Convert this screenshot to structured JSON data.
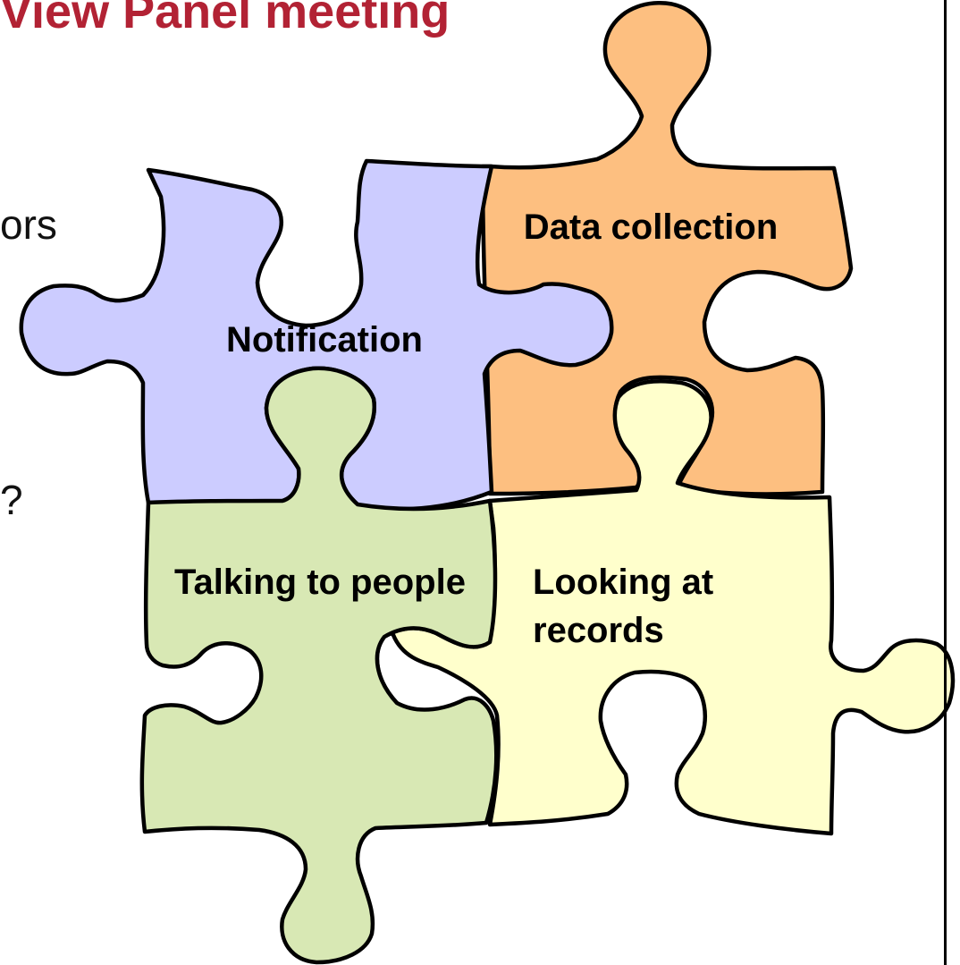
{
  "slide": {
    "title": "View Panel meeting",
    "bullet_fragment_1": "ors",
    "bullet_fragment_2": "?"
  },
  "puzzle": {
    "pieces": [
      {
        "id": "notification",
        "label_lines": [
          "Notification"
        ],
        "color": "#ccccff"
      },
      {
        "id": "data-collection",
        "label_lines": [
          "Data collection"
        ],
        "color": "#fdbf80"
      },
      {
        "id": "talking-to-people",
        "label_lines": [
          "Talking to people"
        ],
        "color": "#d8e8b4"
      },
      {
        "id": "looking-at-records",
        "label_lines": [
          "Looking at",
          "records"
        ],
        "color": "#ffffcc"
      }
    ]
  },
  "colors": {
    "title": "#b22234",
    "outline": "#000000",
    "text": "#111111"
  }
}
